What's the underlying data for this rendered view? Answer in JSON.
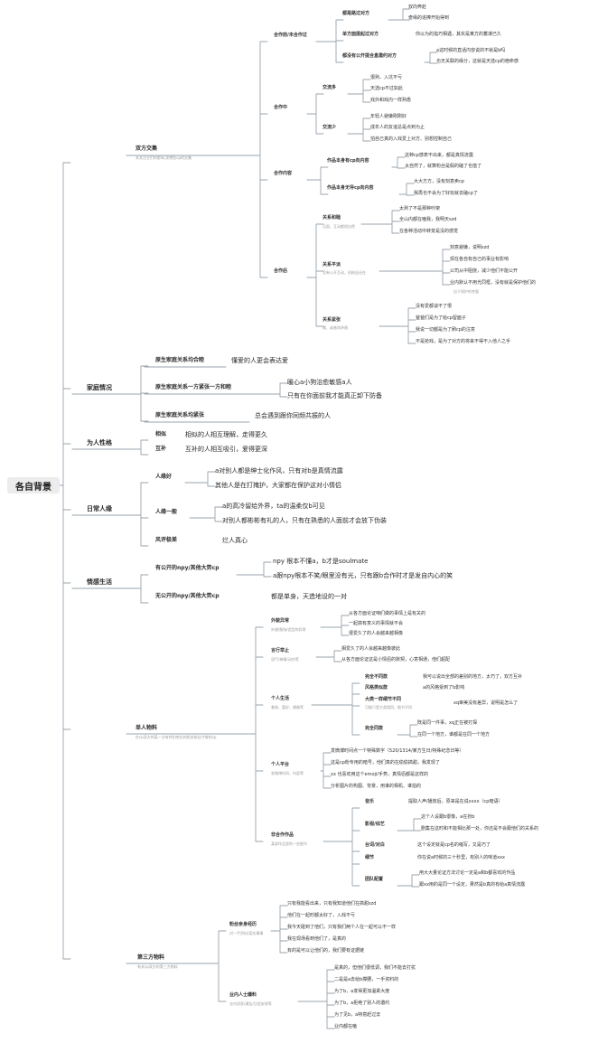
{
  "root": "各自背景",
  "shuangfang": {
    "title": "双方交集",
    "note": "本关注它们的影响,发哪些cp的交集"
  },
  "hezuoqian": {
    "title": "合作前/未合作过",
    "dao": "都是路过对方",
    "dao_items": [
      "双向奔赴",
      "奇缘的追捧开始得到"
    ],
    "dan": "单方面提起过对方",
    "dan_item": "你以为的指巧相遇，其实是某方的蓄谋已久",
    "gong": "都没有公开提合盒邀约对方",
    "gong_items": [
      "a这时候的直话内容说的不就是b吗",
      "也无关联的缘分，这就是天选cp的宿命感"
    ]
  },
  "hezuozhong": {
    "title": "合作中",
    "jiaoliu_duo": "交流多",
    "duo_items": [
      "很熟、入坑不亏",
      "天选cp不过如此",
      "戏外和戏内一样熟悉"
    ],
    "jiaoliu_shao": "交流少",
    "shao_items": [
      "年轻人避嫌刚刚好",
      "成年人的友谊总是点到为止",
      "怕自己真的入戏爱上对方、别想控制自己"
    ]
  },
  "hezuoneirong": {
    "title": "合作内容",
    "zp_cp": "作品本身有cp向内容",
    "zp_cp_items": [
      "这种cp感表不出来，都是真情流露",
      "太自然了，就算粉丝是假的磕了也值了"
    ],
    "zp_no": "作品本身无导cp向内容",
    "zp_no_items": [
      "大大方方，没有刻意卖cp",
      "我再也不会为了好玩就去磕cp了"
    ]
  },
  "hezuohou": {
    "title": "合作后",
    "hemu": "关系和睦",
    "hemu_note": "见面、互动都很自然",
    "hemu_items": [
      "太熟了不是那种吵架",
      "全山内都在嗑我，我明天szd",
      "在各种活动中转变是没的感觉"
    ],
    "buping": "关系平淡",
    "buping_note": "没有公开互动，但粉丝还在",
    "buping_items": [
      "刻意避嫌，说明szd",
      "现在各自有自己的事业有影响",
      "公司从中阻挠，减少他们不能公开",
      "业内默认不用光同框，没有就是保护他们的"
    ],
    "buping_item_note": "出于保护的考量",
    "jinzhang": "关系紧张",
    "jinzhang_note": "撕、或者闹矛盾",
    "jinzhang_items": [
      "没有爱都谈不了恨",
      "爸爸们是为了给cp留面子",
      "我说一切都是为了刷cp的注意",
      "不是抢戏，是为了对方的将来不得不入他人之手"
    ]
  },
  "jiating": {
    "title": "家庭情况",
    "items": [
      {
        "label": "原生家庭关系均合睦",
        "desc": [
          "懂爱的人更会表达爱"
        ]
      },
      {
        "label": "原生家庭关系一方紧张一方和睦",
        "desc": [
          "暖心a小狗治愈敏感a人",
          "只有在你面前我才能真正卸下防备"
        ]
      },
      {
        "label": "原生家庭关系均紧张",
        "desc": [
          "总会遇到跟你同频共振的人"
        ]
      }
    ]
  },
  "renge": {
    "title": "为人性格",
    "items": [
      {
        "label": "相似",
        "desc": "相似的人相互理解，走得更久"
      },
      {
        "label": "互补",
        "desc": "互补的人相互吸引，爱得更深"
      }
    ]
  },
  "renyuan": {
    "title": "日常人缘",
    "items": [
      {
        "label": "人缘好",
        "desc": [
          "a对别人都是绅士化作风，只有对b是真情流露",
          "其他人是在打掩护，大家都在保护这对小情侣"
        ]
      },
      {
        "label": "人缘一般",
        "desc": [
          "a的高冷留给外界，ta的温柔仅b可见",
          "对别人都彬彬有礼的人，只有在熟悉的人面前才会放下伪装"
        ]
      },
      {
        "label": "风评极差",
        "desc": [
          "烂人真心"
        ]
      }
    ]
  },
  "qinggan": {
    "title": "情感生活",
    "items": [
      {
        "label": "有公开的npy/其他大势cp",
        "desc": [
          "npy 根本不懂a，b才是soulmate",
          "a跟npy根本不笑/眼里没有光，只有跟b合作时才是发自内心的笑"
        ]
      },
      {
        "label": "无公开的npy/其他大势cp",
        "desc": [
          "都是单身，天造地设的一对"
        ]
      }
    ]
  },
  "danren": {
    "title": "单人物料",
    "note": "在cp双方的某一方有特别突出的相关粉丝才做的cp"
  },
  "waifan": {
    "title": "外貌异常",
    "note": "外貌/服饰/造型的异常",
    "items": [
      "从各方面论证咱们做的事情上是有关的",
      "一起搞有意义的事情就不会",
      "很爱久了的人会越来越相像"
    ]
  },
  "yanxing": {
    "title": "言行举止",
    "note": "语气/神情/动作等",
    "items": [
      "相爱久了的人会越来越像彼此",
      "从各方面论证这是小情侣的默契，心意相通，他们超配"
    ]
  },
  "shenghuo": {
    "title": "个人生活",
    "note": "着装、喜好、偶像等",
    "wanquan": "完全不同款",
    "wanquan_desc": "我可以说出全部的差别的地方，太巧了，双方互补",
    "fengge": "风格类似款",
    "fengge_desc": "a的风格受到了b影响",
    "dagai": "大类一样细节不同",
    "dagai_note": "可能只是大类相同，细节不同",
    "dagai_desc": "xq审美没有差异，说明是怎么了",
    "tongkuan": "完全同款",
    "tongkuan_items": [
      "既是同一件事，xq正在被打探",
      "在同一个地方，谁都是在同一个地方"
    ]
  },
  "pingtai": {
    "title": "个人平台",
    "note": "发微博时间、内容等",
    "items": [
      "发微博时间点一个特殊数字（520/1314/某方生日/特殊纪念日等）",
      "这是cp粉专用的暗号，他们真的在偷偷搞甜，我发现了",
      "xx 也喜欢用这个emoji/手势，真情侣都是这样的",
      "分析图片的构图、背景，用谁的相机、谁拍的"
    ]
  },
  "feihezuo": {
    "title": "非合作作品",
    "note": "某部作品里的一些细节",
    "yinyue": "音乐",
    "yinyue_desc": "提取人声/播放后，原来是在说xxxx（cp暗语）",
    "juese": "影视/综艺",
    "juese_items": [
      "这个人设跟b很像，a在扮b",
      "剧集在这时和不能相比那一处，你还是不会跟他们的关系的"
    ],
    "duibai": "台词/对白",
    "duibai_desc": "这个设定就是cp名的缩写，又是巧了",
    "xifang": "细节",
    "xifang_desc": "你在说a时候的三十秒里，有别人的味道xxx",
    "qita": "团队配置",
    "qita_items": [
      "用大大量论证方法讨论一定是a和b都喜欢的作品",
      "跟xx用的是同一个设定，果然是b真的有给a真情流露"
    ]
  },
  "disanfang": {
    "title": "第三方物料",
    "note": "有关cp双方的第三方物料"
  },
  "fenzi": {
    "title": "粉丝亲身经历",
    "note": "对一手资料/某些事情",
    "items": [
      "只有我能看出来，只有我知道他们在搞甜szd",
      "他们在一起时都太好了，入戏不亏",
      "我今天碰到了他们，只有我们两个人在一起可以不一样",
      "我在现场看到他们了，是真的",
      "有的是可以让他们的，我们要有证据链"
    ]
  },
  "neibu": {
    "title": "业内人士爆料",
    "note": "业内消息/通告/日程安排等",
    "items": [
      "是真的，但他们很低调，我们不能去打扰",
      "二是是a去给b撑腰，一手资料的",
      "为了b，a变得更加温柔大度",
      "为了b，a拒绝了别人的邀约",
      "为了见b，a特意赶过去",
      "业内都在嗑"
    ]
  }
}
